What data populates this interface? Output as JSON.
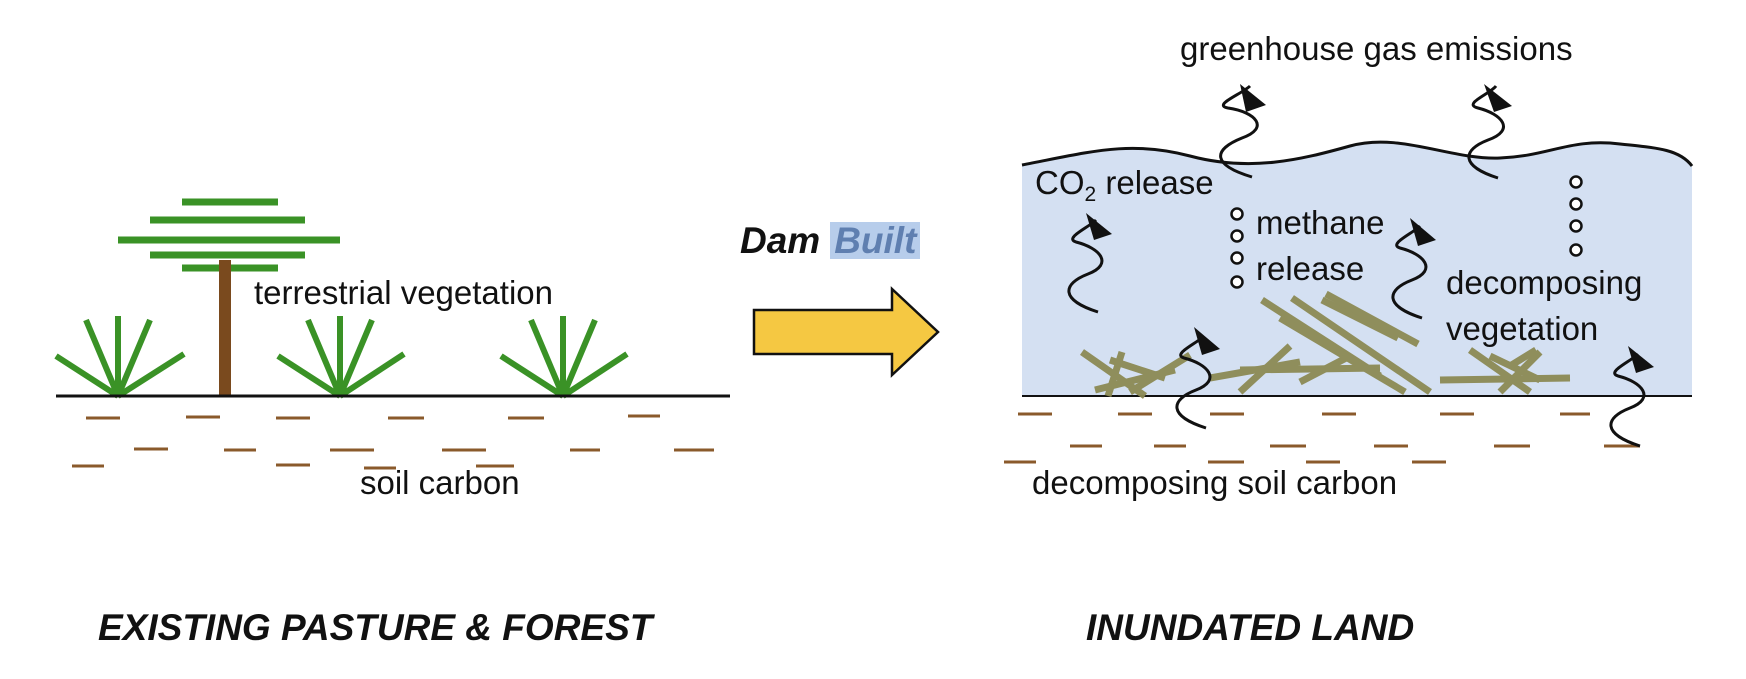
{
  "left_panel": {
    "title": "EXISTING PASTURE & FOREST",
    "vegetation_label": "terrestrial vegetation",
    "soil_label": "soil carbon"
  },
  "transition": {
    "word1": "Dam",
    "word2": "Built"
  },
  "right_panel": {
    "title": "INUNDATED LAND",
    "emissions_label": "greenhouse gas emissions",
    "co2_prefix": "CO",
    "co2_subscript": "2",
    "co2_suffix": " release",
    "methane_line1": "methane",
    "methane_line2": "release",
    "decomp_veg_line1": "decomposing",
    "decomp_veg_line2": "vegetation",
    "decomp_soil_label": "decomposing soil carbon"
  },
  "colors": {
    "grass": "#3a9226",
    "trunk": "#7a4a1e",
    "soil_dash": "#8a5a2b",
    "water": "#d4e0f2",
    "debris": "#8c8a55",
    "arrow_fill": "#f5c842",
    "ink": "#111111"
  }
}
